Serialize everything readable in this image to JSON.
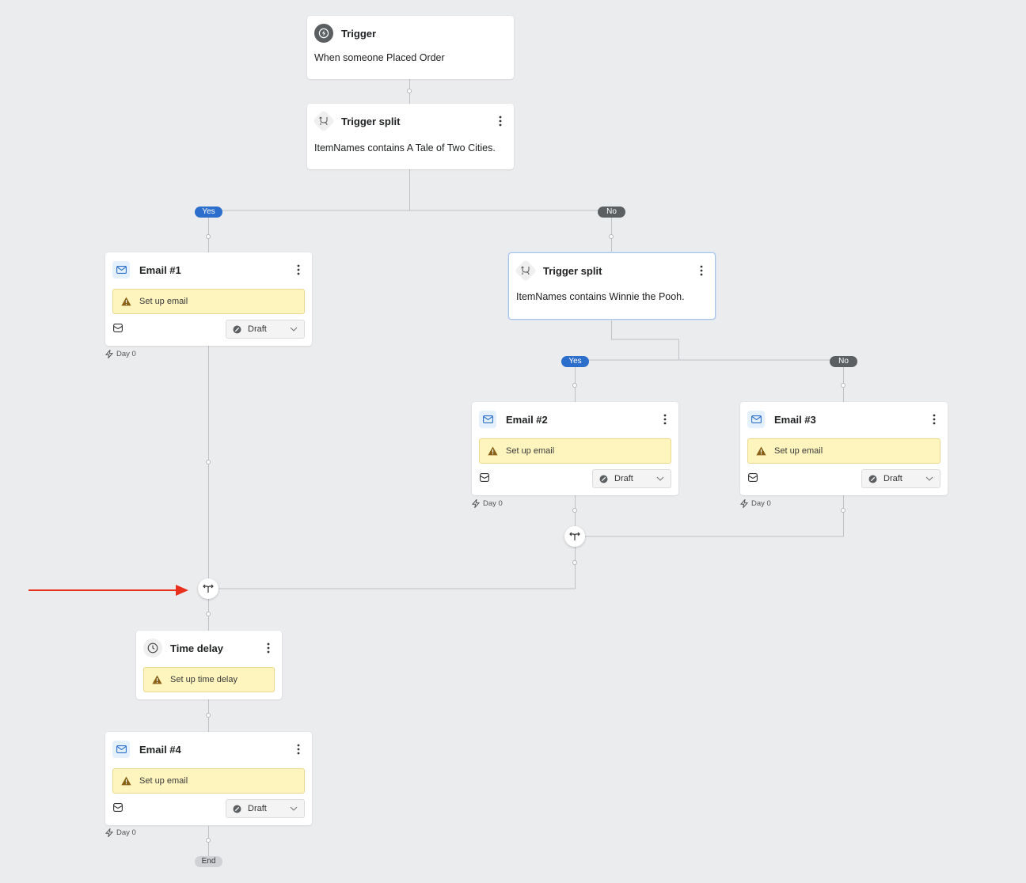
{
  "trigger": {
    "title": "Trigger",
    "description": "When someone Placed Order"
  },
  "split1": {
    "title": "Trigger split",
    "description": "ItemNames contains A Tale of Two Cities."
  },
  "split2": {
    "title": "Trigger split",
    "description": "ItemNames contains Winnie the Pooh."
  },
  "branch_labels": {
    "yes": "Yes",
    "no": "No"
  },
  "email1": {
    "title": "Email #1",
    "warning": "Set up email",
    "status": "Draft",
    "day": "Day 0"
  },
  "email2": {
    "title": "Email #2",
    "warning": "Set up email",
    "status": "Draft",
    "day": "Day 0"
  },
  "email3": {
    "title": "Email #3",
    "warning": "Set up email",
    "status": "Draft",
    "day": "Day 0"
  },
  "email4": {
    "title": "Email #4",
    "warning": "Set up email",
    "status": "Draft",
    "day": "Day 0"
  },
  "delay": {
    "title": "Time delay",
    "warning": "Set up time delay"
  },
  "end_label": "End",
  "colors": {
    "canvas": "#ebecee",
    "yes": "#2c6ecb",
    "no": "#5c5f62",
    "warning_bg": "#fdf4be",
    "annotation_arrow": "#e8301c",
    "connector": "#b5b7ba"
  }
}
